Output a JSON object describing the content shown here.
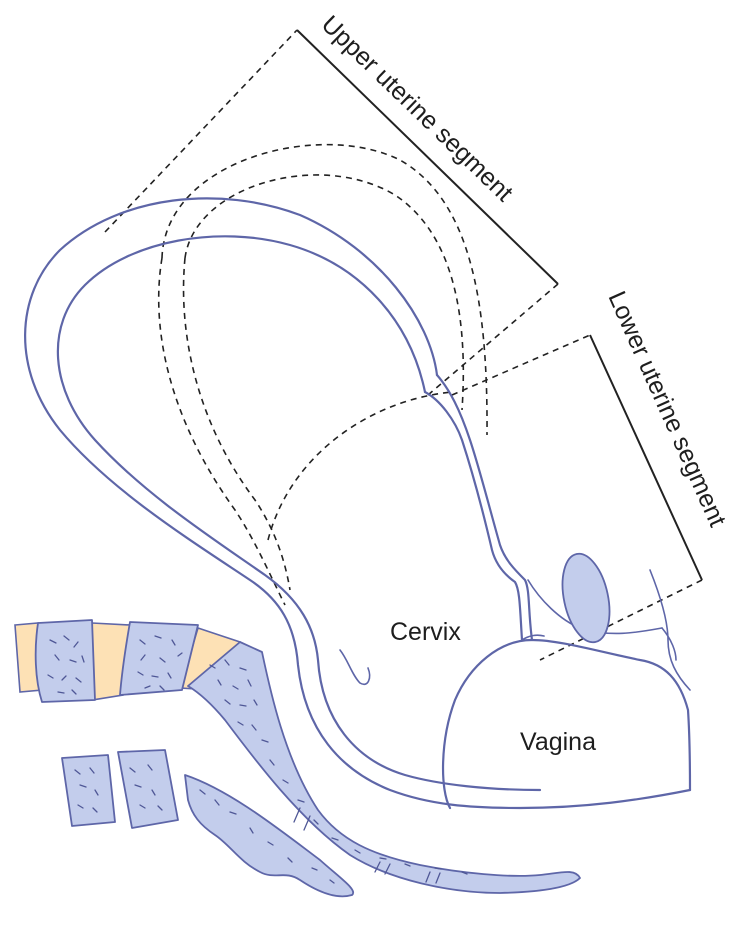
{
  "labels": {
    "upper_segment": "Upper uterine segment",
    "lower_segment": "Lower uterine segment",
    "cervix": "Cervix",
    "vagina": "Vagina"
  },
  "colors": {
    "outline": "#5e66a8",
    "bone_fill": "#c3cdec",
    "disc_fill": "#fde1b5",
    "guide_lines": "#222222",
    "background": "#ffffff"
  }
}
